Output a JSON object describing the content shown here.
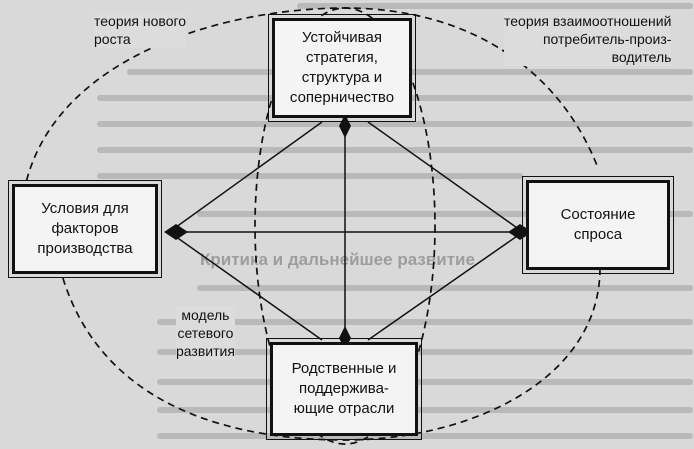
{
  "boxes": {
    "strategy": "Устойчивая\nстратегия,\nструктура и\nсоперничество",
    "factors": "Условия для\nфакторов\nпроизводства",
    "demand": "Состояние\nспроса",
    "industries": "Родственные и\nподдержива-\nющие отрасли"
  },
  "labels": {
    "growth_theory": "теория нового\nроста",
    "consumer_theory": "теория взаимоотношений\nпотребитель-произ-\nводитель",
    "network_model": "модель\nсетевого\nразвития"
  },
  "bleed_text": {
    "heading": "Критика и дальнейшее развитие"
  },
  "colors": {
    "ink": "#111111",
    "box_fill": "#f4f4f4",
    "page": "#d9d9d9"
  }
}
